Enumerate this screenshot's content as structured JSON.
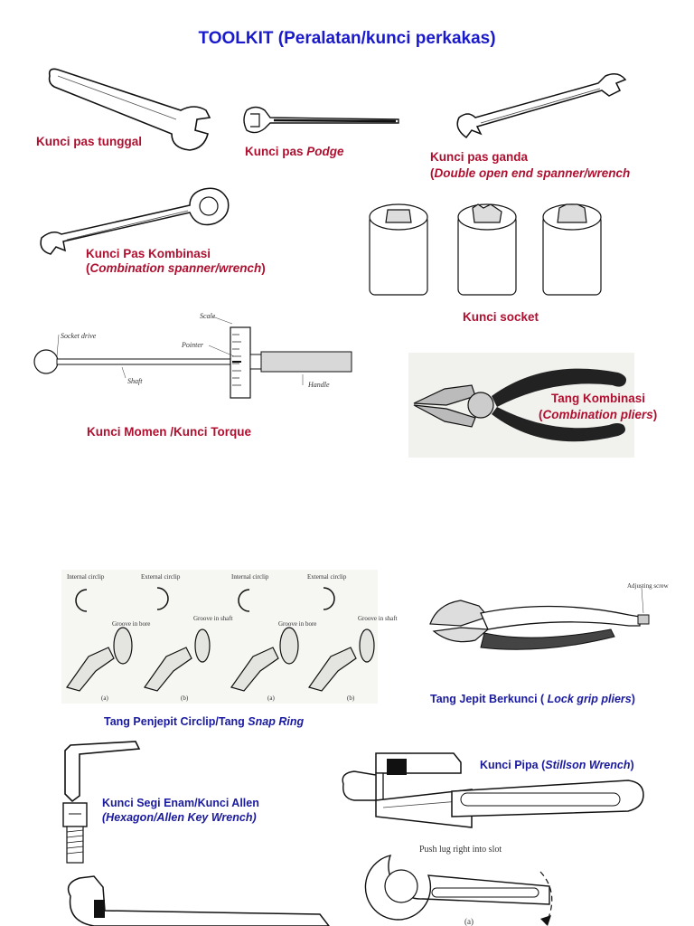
{
  "title": "TOOLKIT (Peralatan/kunci perkakas)",
  "labels": {
    "single_spanner": "Kunci pas tunggal",
    "podge_prefix": "Kunci pas ",
    "podge_italic": "Podge",
    "double_line1": "Kunci pas ganda",
    "double_open": "(",
    "double_italic": "Double open end spanner/wrench",
    "combo_line1": "Kunci Pas Kombinasi",
    "combo_open": "(",
    "combo_italic": "Combination spanner/wrench",
    "combo_close": ")",
    "socket": "Kunci socket",
    "torque": "Kunci Momen /Kunci Torque",
    "pliers_line1": "Tang Kombinasi",
    "pliers_open": "(",
    "pliers_italic": "Combination pliers",
    "pliers_close": ")",
    "lockgrip_prefix": "Tang Jepit Berkunci (",
    "lockgrip_italic": " Lock grip pliers",
    "lockgrip_close": ")",
    "circlip_prefix": "Tang Penjepit Circlip/Tang ",
    "circlip_italic": "Snap Ring",
    "stillson_prefix": "Kunci Pipa (",
    "stillson_italic": "Stillson Wrench",
    "stillson_close": ")",
    "allen_line1": "Kunci Segi Enam/Kunci Allen",
    "allen_line2": "(Hexagon/Allen Key Wrench)"
  },
  "callouts": {
    "scale": "Scale",
    "socket_drive": "Socket drive",
    "pointer": "Pointer",
    "shaft": "Shaft",
    "handle": "Handle",
    "adjusting_screw": "Adjusting screw",
    "push_lug": "Push lug right into slot",
    "fig_a": "(a)",
    "internal_circlip": "Internal circlip",
    "external_circlip": "External circlip",
    "groove_bore": "Groove in bore",
    "groove_shaft": "Groove in shaft",
    "panel_a": "(a)",
    "panel_b": "(b)"
  }
}
